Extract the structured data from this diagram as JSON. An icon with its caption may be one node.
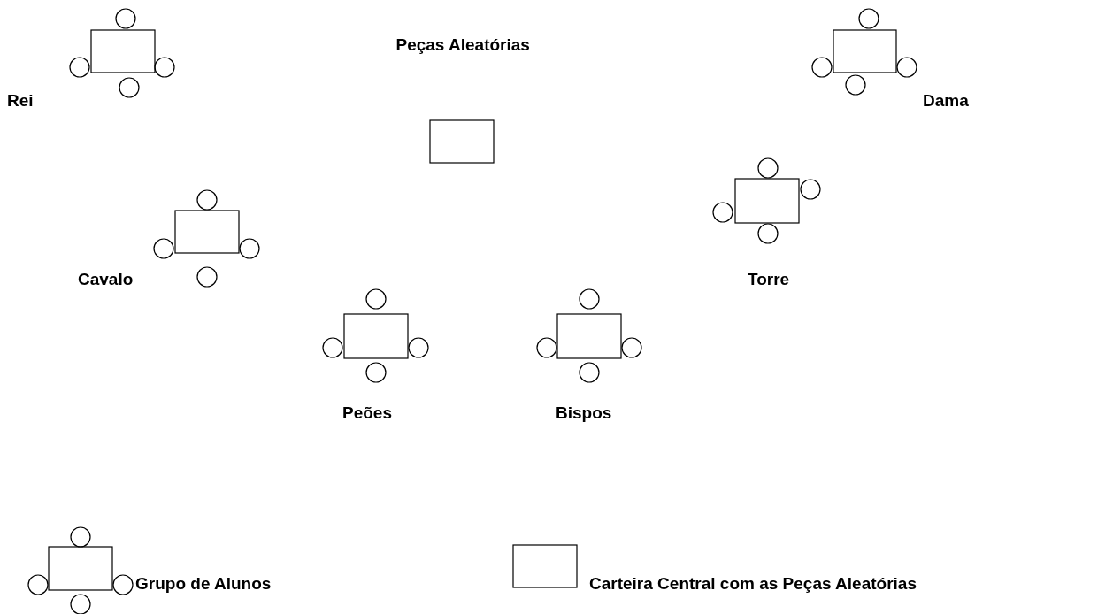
{
  "diagram": {
    "nodes": [
      {
        "text": [
          "Rei"
        ]
      },
      {
        "text": [
          "Peças Aleatórias"
        ]
      },
      {
        "text": [
          "Dama"
        ]
      },
      {
        "text": [
          "Cavalo"
        ]
      },
      {
        "text": [
          "Torre"
        ]
      },
      {
        "text": [
          "Peões"
        ]
      },
      {
        "text": [
          "Bispos"
        ]
      }
    ],
    "legend": [
      {
        "text": "Grupo de Alunos"
      },
      {
        "text": "Carteira Central com as Peças Aleatórias"
      }
    ]
  }
}
